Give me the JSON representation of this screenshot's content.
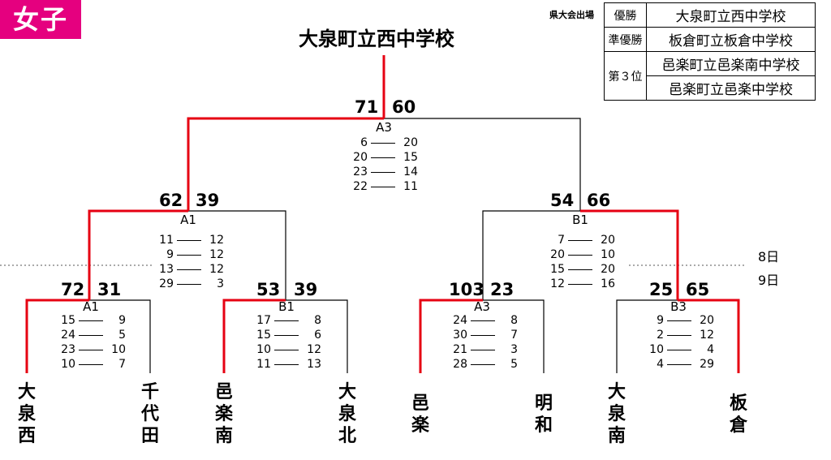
{
  "category": "女子",
  "champion": "大泉町立西中学校",
  "results": {
    "caption": "県大会出場",
    "rows": [
      {
        "rank": "優勝",
        "school": "大泉町立西中学校"
      },
      {
        "rank": "準優勝",
        "school": "板倉町立板倉中学校"
      },
      {
        "rank": "第３位",
        "school": "邑楽町立邑楽南中学校"
      },
      {
        "rank": "",
        "school": "邑楽町立邑楽中学校"
      }
    ]
  },
  "days": {
    "upper": "8日",
    "lower": "9日"
  },
  "teams": [
    "大\n泉\n西",
    "千\n代\n田",
    "邑\n楽\n南",
    "大\n泉\n北",
    "邑\n楽",
    "明\n和",
    "大\n泉\n南",
    "板\n倉"
  ],
  "matches": {
    "r1_1": {
      "left": "72",
      "right": "31",
      "court": "A1",
      "sets": [
        [
          "15",
          "9"
        ],
        [
          "24",
          "5"
        ],
        [
          "23",
          "10"
        ],
        [
          "10",
          "7"
        ]
      ]
    },
    "r1_2": {
      "left": "53",
      "right": "39",
      "court": "B1",
      "sets": [
        [
          "17",
          "8"
        ],
        [
          "15",
          "6"
        ],
        [
          "10",
          "12"
        ],
        [
          "11",
          "13"
        ]
      ]
    },
    "r1_3": {
      "left": "103",
      "right": "23",
      "court": "A3",
      "sets": [
        [
          "24",
          "8"
        ],
        [
          "30",
          "7"
        ],
        [
          "21",
          "3"
        ],
        [
          "28",
          "5"
        ]
      ]
    },
    "r1_4": {
      "left": "25",
      "right": "65",
      "court": "B3",
      "sets": [
        [
          "9",
          "20"
        ],
        [
          "2",
          "12"
        ],
        [
          "10",
          "4"
        ],
        [
          "4",
          "29"
        ]
      ]
    },
    "semi_1": {
      "left": "62",
      "right": "39",
      "court": "A1",
      "sets": [
        [
          "11",
          "12"
        ],
        [
          "9",
          "12"
        ],
        [
          "13",
          "12"
        ],
        [
          "29",
          "3"
        ]
      ]
    },
    "semi_2": {
      "left": "54",
      "right": "66",
      "court": "B1",
      "sets": [
        [
          "7",
          "20"
        ],
        [
          "20",
          "10"
        ],
        [
          "15",
          "20"
        ],
        [
          "12",
          "16"
        ]
      ]
    },
    "final": {
      "left": "71",
      "right": "60",
      "court": "A3",
      "sets": [
        [
          "6",
          "20"
        ],
        [
          "20",
          "15"
        ],
        [
          "23",
          "14"
        ],
        [
          "22",
          "11"
        ]
      ]
    }
  },
  "colors": {
    "winner_line": "#e60012",
    "line": "#000000",
    "category_bg": "#e5007f"
  }
}
